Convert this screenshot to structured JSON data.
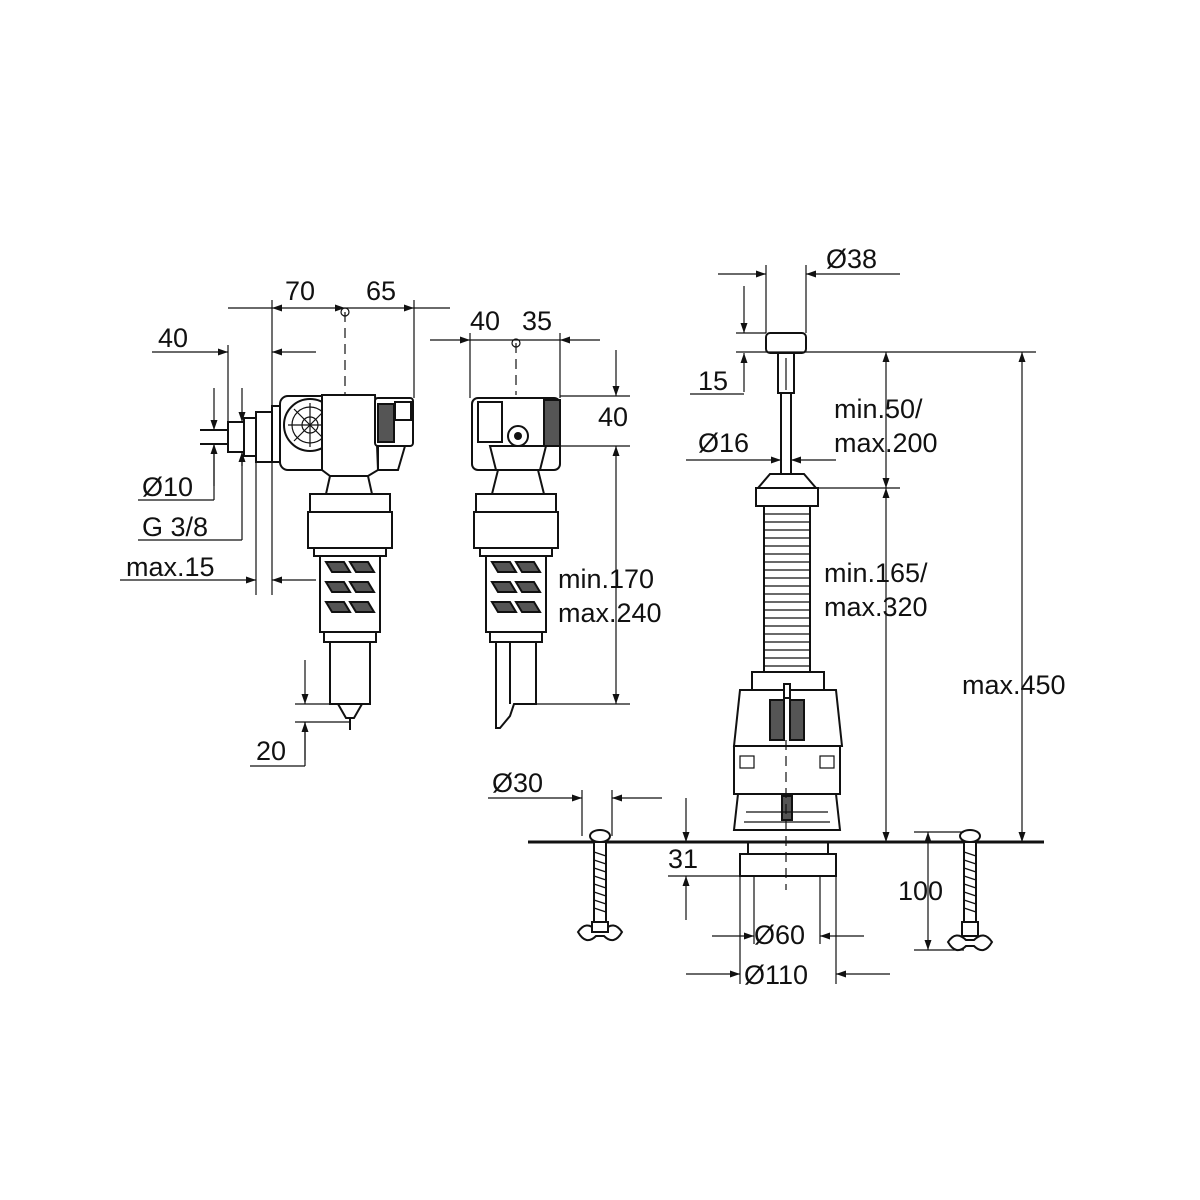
{
  "fill_valve": {
    "dim_70": "70",
    "dim_65": "65",
    "dim_40": "40",
    "dim_d10": "Ø10",
    "dim_g38": "G 3/8",
    "dim_max15": "max.15",
    "dim_20": "20"
  },
  "fill_valve_side": {
    "dim_40": "40",
    "dim_35": "35",
    "dim_40_right": "40",
    "dim_min170": "min.170",
    "dim_max240": "max.240"
  },
  "flush_valve": {
    "dim_d38": "Ø38",
    "dim_15": "15",
    "dim_d16": "Ø16",
    "dim_min50": "min.50/",
    "dim_max200": "max.200",
    "dim_min165": "min.165/",
    "dim_max320": "max.320",
    "dim_max450": "max.450",
    "dim_d30": "Ø30",
    "dim_31": "31",
    "dim_100": "100",
    "dim_d60": "Ø60",
    "dim_d110": "Ø110"
  }
}
